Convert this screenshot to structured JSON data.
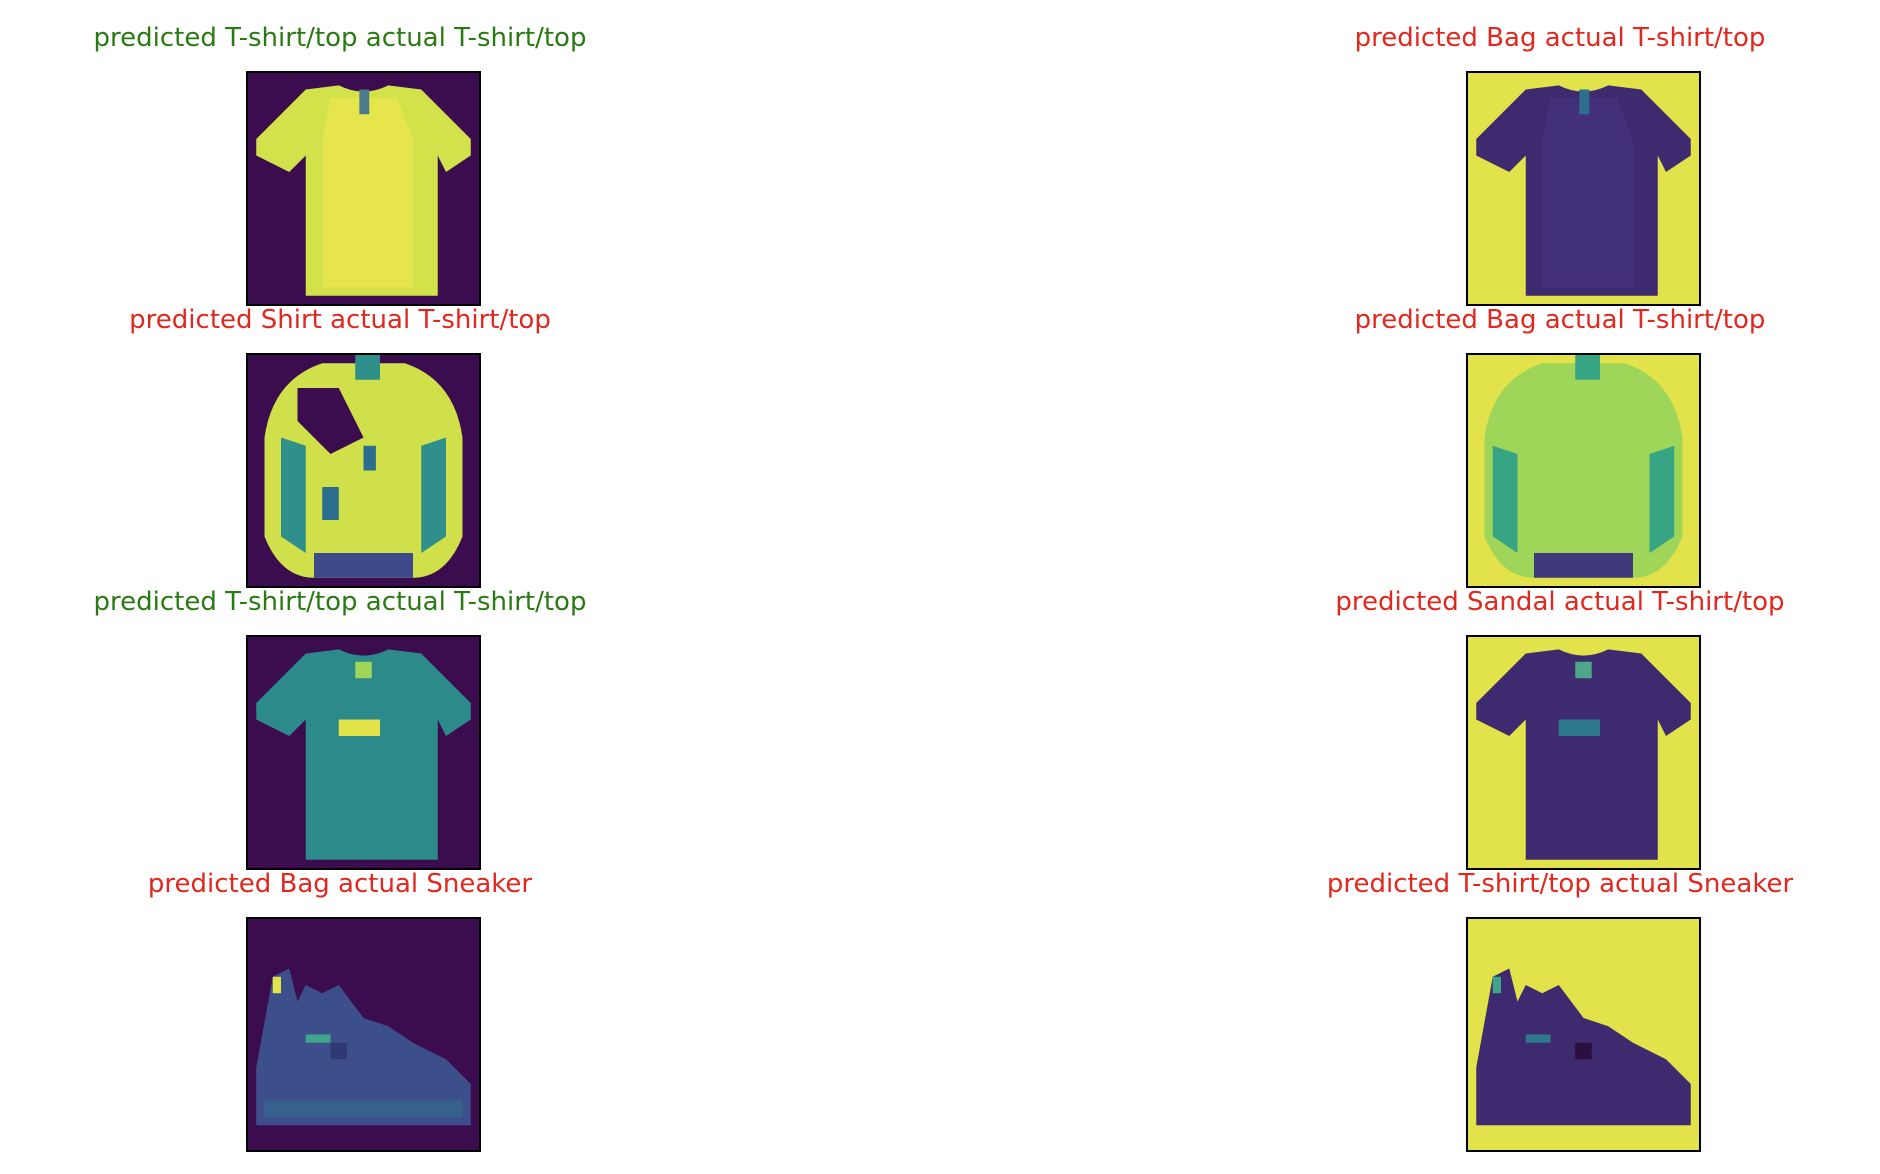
{
  "colors": {
    "correct": "#2a7a14",
    "incorrect": "#e0281e",
    "dark_background": "#3b0d4f",
    "light_background": "#e2e24a"
  },
  "panels": [
    {
      "title": "predicted T-shirt/top actual T-shirt/top",
      "correct": true,
      "icon": "t-shirt-image"
    },
    {
      "title": "predicted Bag actual T-shirt/top",
      "correct": false,
      "icon": "t-shirt-image-inverted"
    },
    {
      "title": "predicted Shirt actual T-shirt/top",
      "correct": false,
      "icon": "sweater-image"
    },
    {
      "title": "predicted Bag actual T-shirt/top",
      "correct": false,
      "icon": "sweater-image-inverted"
    },
    {
      "title": "predicted T-shirt/top actual T-shirt/top",
      "correct": true,
      "icon": "t-shirt-with-logo-image"
    },
    {
      "title": "predicted Sandal actual T-shirt/top",
      "correct": false,
      "icon": "t-shirt-with-logo-image-inverted"
    },
    {
      "title": "predicted Bag actual Sneaker",
      "correct": false,
      "icon": "sneaker-image"
    },
    {
      "title": "predicted T-shirt/top actual Sneaker",
      "correct": false,
      "icon": "sneaker-image-inverted"
    }
  ]
}
